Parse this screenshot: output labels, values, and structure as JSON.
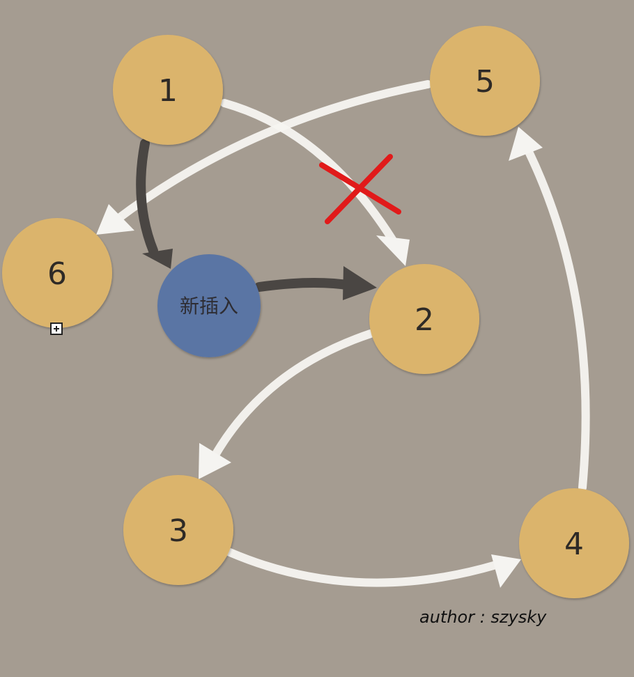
{
  "colors": {
    "background": "#a59c91",
    "node_fill": "#dbb46c",
    "new_node_fill": "#5a74a4",
    "chalk_white": "#f5f4f1",
    "dark_arrow": "#4a4643",
    "cross_mark": "#e11a1a"
  },
  "nodes": [
    {
      "id": "1",
      "label": "1"
    },
    {
      "id": "2",
      "label": "2"
    },
    {
      "id": "3",
      "label": "3"
    },
    {
      "id": "4",
      "label": "4"
    },
    {
      "id": "5",
      "label": "5"
    },
    {
      "id": "6",
      "label": "6"
    },
    {
      "id": "new",
      "label": "新插入"
    }
  ],
  "edges": [
    {
      "from": "1",
      "to": "2",
      "style": "chalk-white",
      "crossed_out": true
    },
    {
      "from": "1",
      "to": "new",
      "style": "dark"
    },
    {
      "from": "new",
      "to": "2",
      "style": "dark"
    },
    {
      "from": "5",
      "to": "6",
      "style": "chalk-white"
    },
    {
      "from": "2",
      "to": "3",
      "style": "chalk-white"
    },
    {
      "from": "3",
      "to": "4",
      "style": "chalk-white"
    },
    {
      "from": "4",
      "to": "5",
      "style": "chalk-white"
    }
  ],
  "author_text": "author : szysky",
  "icons": {
    "expand": "expand-plus-icon",
    "cross": "cross-mark-icon"
  }
}
